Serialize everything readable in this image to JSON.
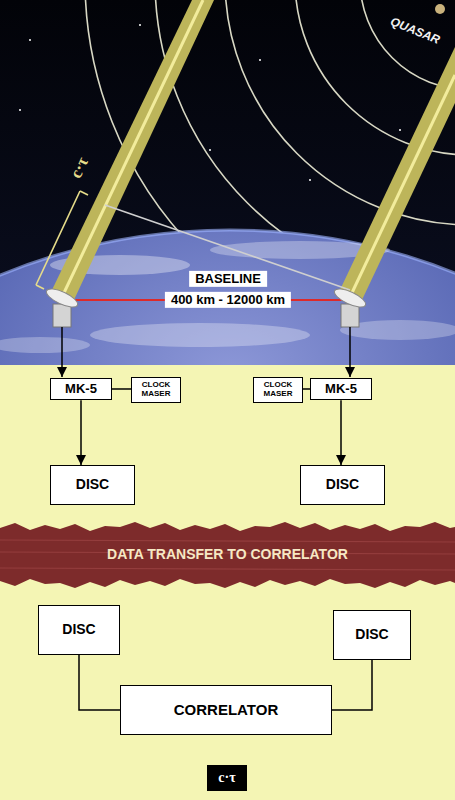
{
  "diagram": {
    "nodes": [
      {
        "text": [
          "MK-5"
        ]
      },
      {
        "text": [
          "CLOCK MASER"
        ]
      },
      {
        "text": [
          "CLOCK MASER"
        ]
      },
      {
        "text": [
          "MK-5"
        ]
      },
      {
        "text": [
          "DISC"
        ]
      },
      {
        "text": [
          "DISC"
        ]
      },
      {
        "text": [
          "DATA TRANSFER TO CORRELATOR"
        ]
      },
      {
        "text": [
          "DISC"
        ]
      },
      {
        "text": [
          "DISC"
        ]
      },
      {
        "text": [
          "CORRELATOR"
        ]
      },
      {
        "text": [
          "c·τ"
        ]
      }
    ],
    "edges": [
      {
        "from": 1,
        "to": 0,
        "arrow": "none"
      },
      {
        "from": 2,
        "to": 3,
        "arrow": "none"
      },
      {
        "from": 0,
        "to": 4,
        "arrow": "to"
      },
      {
        "from": 3,
        "to": 5,
        "arrow": "to"
      },
      {
        "from": 7,
        "to": 9,
        "arrow": "none"
      },
      {
        "from": 8,
        "to": 9,
        "arrow": "none"
      }
    ],
    "labels": [
      "QUASAR",
      "c·τ",
      "BASELINE",
      "400 km - 12000 km"
    ]
  }
}
